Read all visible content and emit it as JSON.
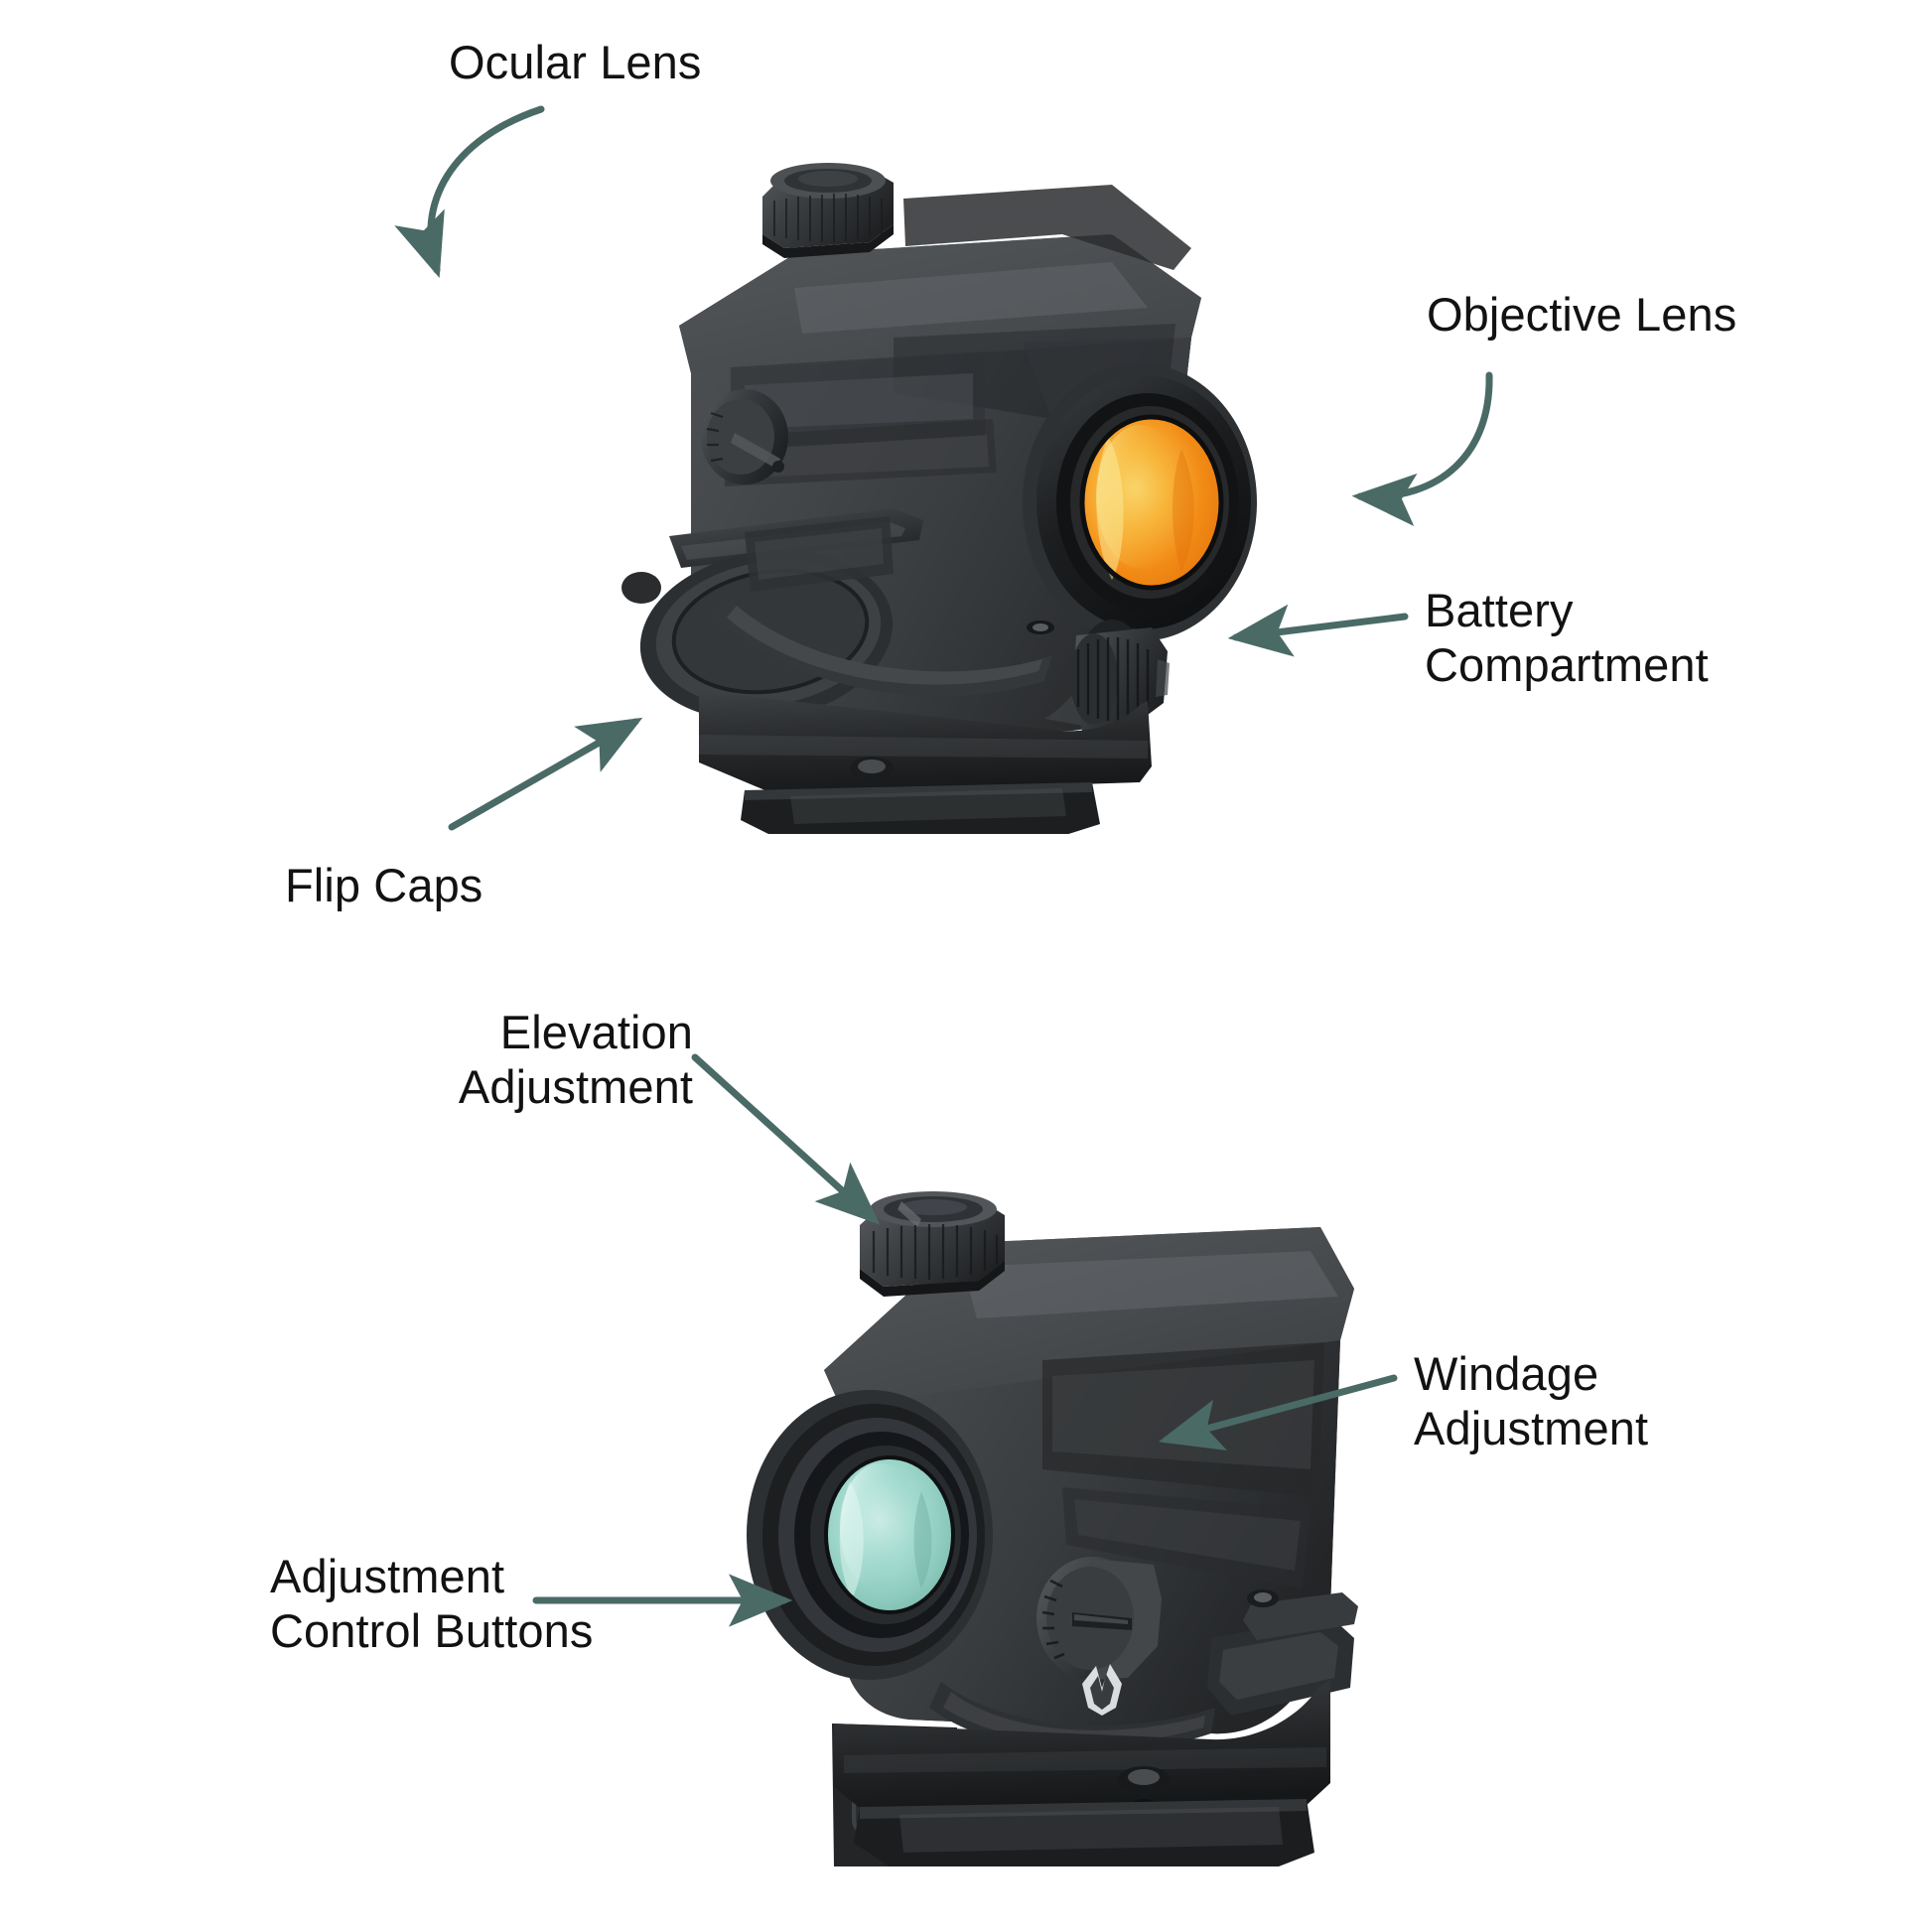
{
  "document": {
    "title": "Red Dot Sight Component Callout Diagram",
    "background_color": "#ffffff",
    "arrow_color": "#4a6a66",
    "text_color": "#121212"
  },
  "figures": [
    {
      "id": "figure-top",
      "name": "red-dot-sight-right-side-view",
      "description": "Red dot sight shown from the right rear three-quarter view with flip caps open and amber objective lens",
      "lens_color": "#f08a1c",
      "lens_highlight": "#f6d16a",
      "body_color": "#3a3c3e"
    },
    {
      "id": "figure-bottom",
      "name": "red-dot-sight-left-side-view",
      "description": "Red dot sight shown from the left front three-quarter view with teal coated objective lens and Vortex logo",
      "lens_color": "#9ed6cb",
      "lens_highlight": "#c9ece5",
      "body_color": "#3a3c3e"
    }
  ],
  "callouts": [
    {
      "id": "ocular-lens",
      "label": "Ocular Lens",
      "figure": "figure-top",
      "arrow_type": "curved",
      "align": "left"
    },
    {
      "id": "objective-lens",
      "label": "Objective Lens",
      "figure": "figure-top",
      "arrow_type": "curved",
      "align": "left"
    },
    {
      "id": "battery-compartment",
      "label": "Battery\nCompartment",
      "figure": "figure-top",
      "arrow_type": "straight",
      "align": "left"
    },
    {
      "id": "flip-caps",
      "label": "Flip Caps",
      "figure": "figure-top",
      "arrow_type": "straight",
      "align": "left"
    },
    {
      "id": "elevation-adjustment",
      "label": "Elevation\nAdjustment",
      "figure": "figure-bottom",
      "arrow_type": "straight",
      "align": "right"
    },
    {
      "id": "windage-adjustment",
      "label": "Windage\nAdjustment",
      "figure": "figure-bottom",
      "arrow_type": "straight",
      "align": "left"
    },
    {
      "id": "adjustment-control-buttons",
      "label": "Adjustment\nControl Buttons",
      "figure": "figure-bottom",
      "arrow_type": "straight",
      "align": "left"
    }
  ]
}
